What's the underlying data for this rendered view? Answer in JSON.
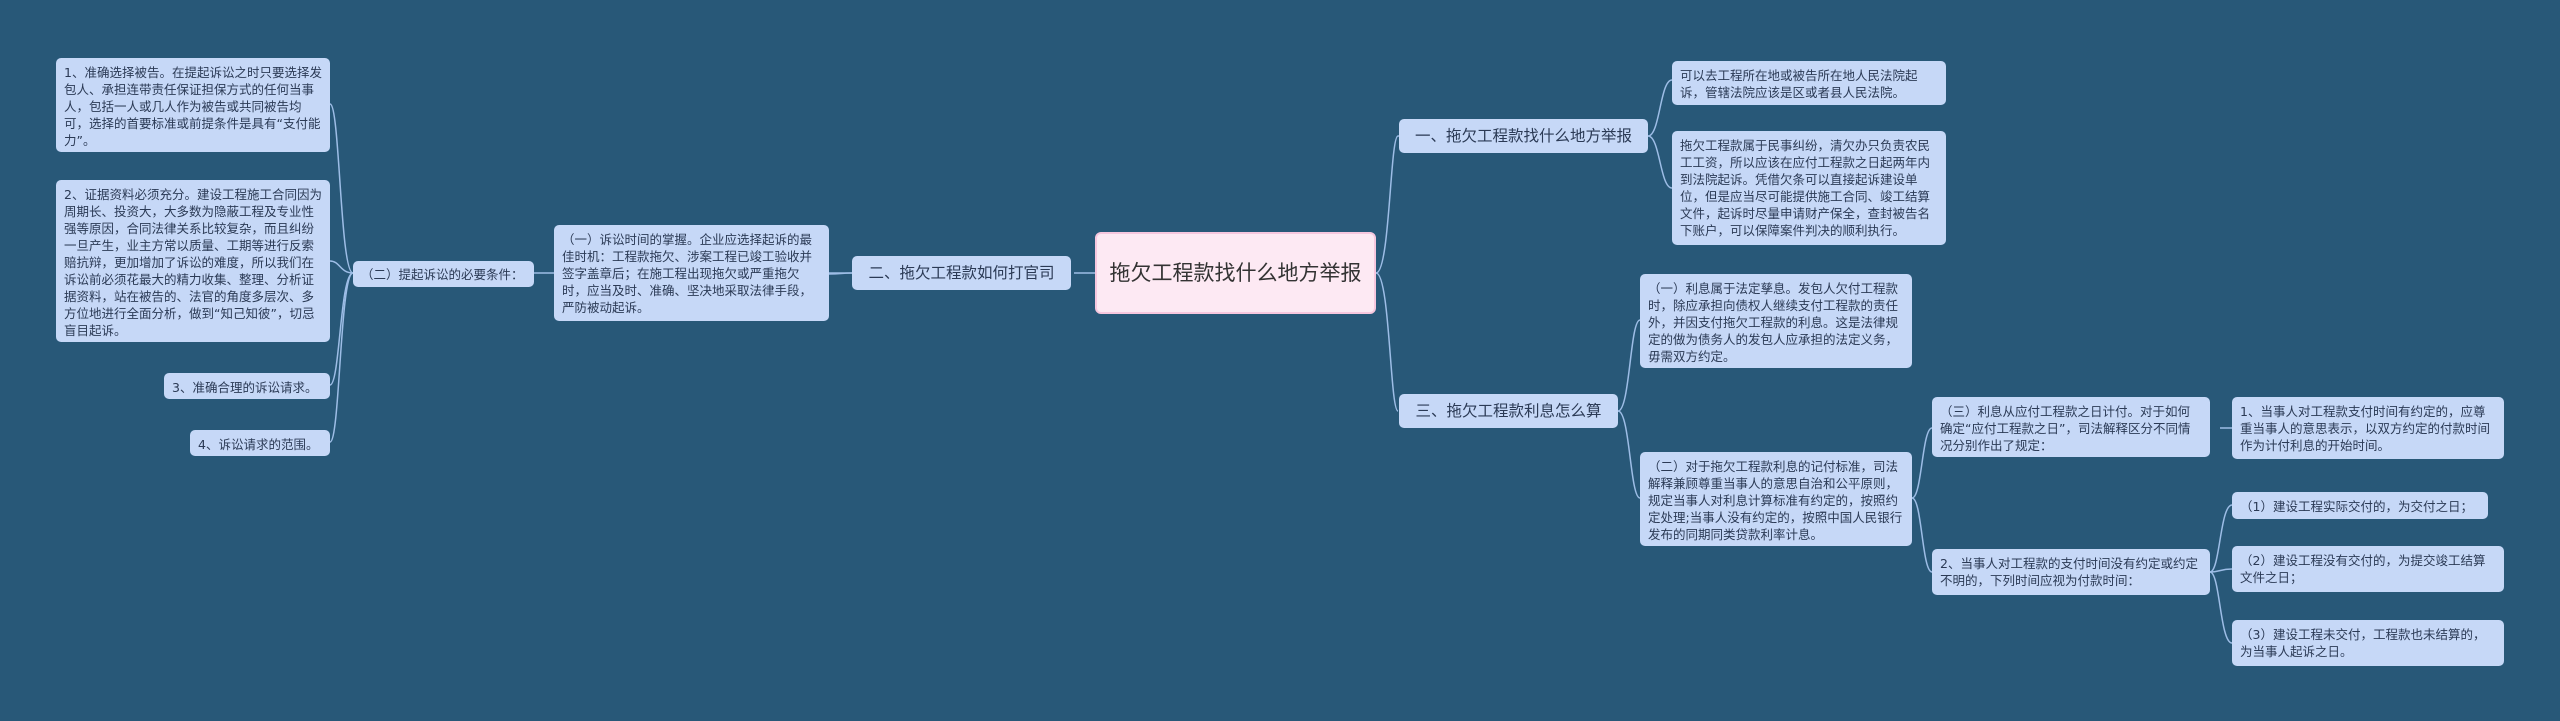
{
  "colors": {
    "background": "#285878",
    "node": "#c6d8f7",
    "root": "#fde9f3",
    "line": "#9dbde6"
  },
  "root": "拖欠工程款找什么地方举报",
  "branch1": {
    "title": "一、拖欠工程款找什么地方举报",
    "items": [
      "可以去工程所在地或被告所在地人民法院起诉，管辖法院应该是区或者县人民法院。",
      "拖欠工程款属于民事纠纷，清欠办只负责农民工工资，所以应该在应付工程款之日起两年内到法院起诉。凭借欠条可以直接起诉建设单位，但是应当尽可能提供施工合同、竣工结算文件，起诉时尽量申请财产保全，查封被告名下账户，可以保障案件判决的顺利执行。"
    ]
  },
  "branch2": {
    "title": "二、拖欠工程款如何打官司",
    "item1": "（一）诉讼时间的掌握。企业应选择起诉的最佳时机：工程款拖欠、涉案工程已竣工验收并签字盖章后；在施工程出现拖欠或严重拖欠时，应当及时、准确、坚决地采取法律手段，严防被动起诉。",
    "item2": {
      "title": "（二）提起诉讼的必要条件：",
      "children": [
        "1、准确选择被告。在提起诉讼之时只要选择发包人、承担连带责任保证担保方式的任何当事人，包括一人或几人作为被告或共同被告均可，选择的首要标准或前提条件是具有“支付能力”。",
        "2、证据资料必须充分。建设工程施工合同因为周期长、投资大，大多数为隐蔽工程及专业性强等原因，合同法律关系比较复杂，而且纠纷一旦产生，业主方常以质量、工期等进行反索赔抗辩，更加增加了诉讼的难度，所以我们在诉讼前必须花最大的精力收集、整理、分析证据资料，站在被告的、法官的角度多层次、多方位地进行全面分析，做到“知己知彼”，切忌盲目起诉。",
        "3、准确合理的诉讼请求。",
        "4、诉讼请求的范围。"
      ]
    }
  },
  "branch3": {
    "title": "三、拖欠工程款利息怎么算",
    "item1": "（一）利息属于法定孳息。发包人欠付工程款时，除应承担向债权人继续支付工程款的责任外，并因支付拖欠工程款的利息。这是法律规定的做为债务人的发包人应承担的法定义务，毋需双方约定。",
    "item2": {
      "title": "（二）对于拖欠工程款利息的记付标准，司法解释兼顾尊重当事人的意思自治和公平原则，规定当事人对利息计算标准有约定的，按照约定处理;当事人没有约定的，按照中国人民银行发布的同期同类贷款利率计息。",
      "sub1": {
        "title": "（三）利息从应付工程款之日计付。对于如何确定“应付工程款之日”，司法解释区分不同情况分别作出了规定：",
        "child": "1、当事人对工程款支付时间有约定的，应尊重当事人的意思表示，以双方约定的付款时间作为计付利息的开始时间。"
      },
      "sub2": {
        "title": "2、当事人对工程款的支付时间没有约定或约定不明的，下列时间应视为付款时间：",
        "children": [
          "（1）建设工程实际交付的，为交付之日；",
          "（2）建设工程没有交付的，为提交竣工结算文件之日；",
          "（3）建设工程未交付，工程款也未结算的，为当事人起诉之日。"
        ]
      }
    }
  }
}
